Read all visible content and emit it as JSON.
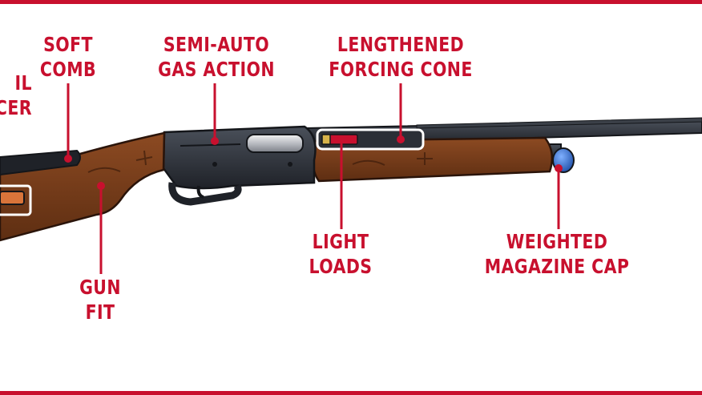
{
  "labels": {
    "recoil_reducer": [
      "IL",
      "CER"
    ],
    "soft_comb": [
      "SOFT",
      "COMB"
    ],
    "semi_auto_gas_action": [
      "SEMI-AUTO",
      "GAS ACTION"
    ],
    "lengthened_forcing_cone": [
      "LENGTHENED",
      "FORCING CONE"
    ],
    "light_loads": [
      "LIGHT",
      "LOADS"
    ],
    "weighted_magazine_cap": [
      "WEIGHTED",
      "MAGAZINE CAP"
    ],
    "gun_fit": [
      "GUN",
      "FIT"
    ]
  },
  "colors": {
    "accent_red": "#c8102e",
    "wood": "#7a3f1d",
    "wood_dark": "#5a2c12",
    "metal": "#2b2f36",
    "cap_blue": "#2f6fd1"
  }
}
